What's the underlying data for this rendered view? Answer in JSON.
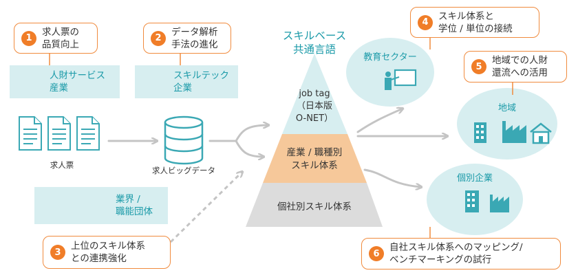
{
  "callouts": [
    {
      "num": "1",
      "line1": "求人票の",
      "line2": "品質向上"
    },
    {
      "num": "2",
      "line1": "データ解析",
      "line2": "手法の進化"
    },
    {
      "num": "3",
      "line1": "上位のスキル体系",
      "line2": "との連携強化"
    },
    {
      "num": "4",
      "line1": "スキル体系と",
      "line2": "学位 / 単位の接続"
    },
    {
      "num": "5",
      "line1": "地域での人財",
      "line2": "還流への活用"
    },
    {
      "num": "6",
      "line1": "自社スキル体系へのマッピング/",
      "line2": "ベンチマーキングの試行"
    }
  ],
  "sources": {
    "hr_services": {
      "line1": "人財サービス",
      "line2": "産業"
    },
    "skilltech": {
      "line1": "スキルテック",
      "line2": "企業"
    },
    "industry": {
      "line1": "業界 /",
      "line2": "職能団体"
    }
  },
  "labels": {
    "job_postings": "求人票",
    "big_data": "求人ビッグデータ"
  },
  "pyramid": {
    "heading_line1": "スキルベース",
    "heading_line2": "共通言語",
    "top_line1": "job tag",
    "top_line2": "（日本版",
    "top_line3": "O-NET）",
    "middle_line1": "産業 / 職種別",
    "middle_line2": "スキル体系",
    "bottom": "個社別スキル体系"
  },
  "targets": {
    "education": "教育セクター",
    "region": "地域",
    "company": "個別企業"
  },
  "colors": {
    "orange": "#f07d28",
    "teal": "#3aa8b4",
    "teal_light": "#d7eef0",
    "pyramid_top": "#d7eef0",
    "pyramid_middle": "#f6c89a",
    "pyramid_bottom": "#dcdcdc",
    "arrow": "#c4c4c4"
  }
}
